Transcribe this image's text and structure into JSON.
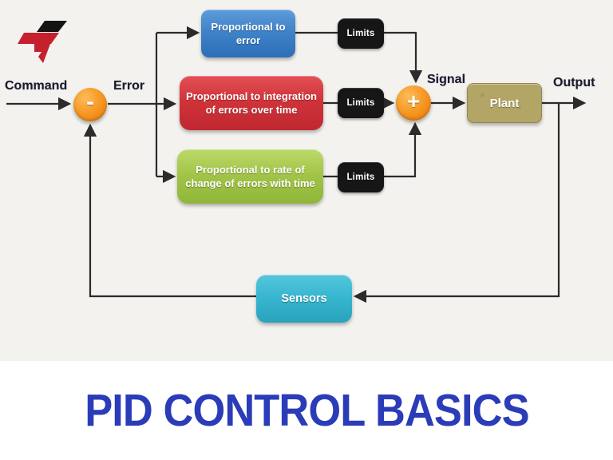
{
  "logo": {
    "icon": "t-flag-logo"
  },
  "diagram": {
    "labels": {
      "command": "Command",
      "error": "Error",
      "signal": "Signal",
      "output": "Output"
    },
    "junctions": {
      "minus": "-",
      "plus": "+"
    },
    "blocks": {
      "proportional": "Proportional to error",
      "integral": "Proportional to integration of errors over time",
      "derivative": "Proportional to rate of change of errors with time",
      "limits": "Limits",
      "plant": "Plant",
      "sensors": "Sensors"
    },
    "colors": {
      "background": "#f4f2ee",
      "proportional_block": "#3f83c9",
      "integral_block": "#d0343a",
      "derivative_block": "#a2c549",
      "limits_block": "#161616",
      "junction": "#f5941e",
      "plant_block": "#b2a565",
      "sensors_block": "#38b7d0",
      "line": "#2b2b2b",
      "logo_red": "#c6202e",
      "logo_black": "#141414"
    }
  },
  "title": {
    "text": "PID CONTROL BASICS",
    "color": "#2b3cb8"
  }
}
